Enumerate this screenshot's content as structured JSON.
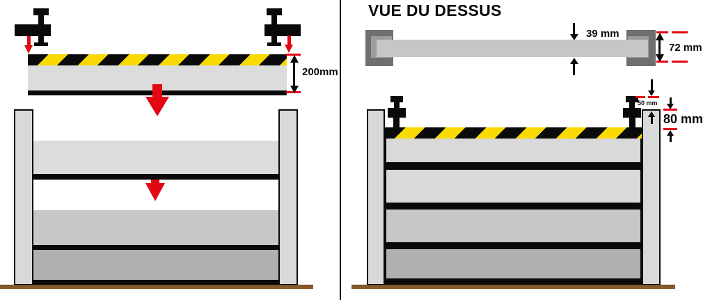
{
  "title": "VUE DU DESSUS",
  "colors": {
    "safety_red": "#e30613",
    "hazard_yellow": "#f8d900",
    "plank_gray_light": "#dcdcdc",
    "plank_gray_mid": "#c8c8c8",
    "plank_gray_dark": "#b0b0b0",
    "post_gray": "#d9d9d9",
    "end_cap_gray": "#6f6f6f",
    "ground_brown": "#8a5a28"
  },
  "side_view": {
    "plank_height_label": "200mm"
  },
  "top_view": {
    "plank_thickness_label": "39 mm",
    "post_width_label": "72 mm"
  },
  "installed_view": {
    "clamp_clearance_label": "50 mm",
    "post_overhang_label": "80 mm"
  }
}
